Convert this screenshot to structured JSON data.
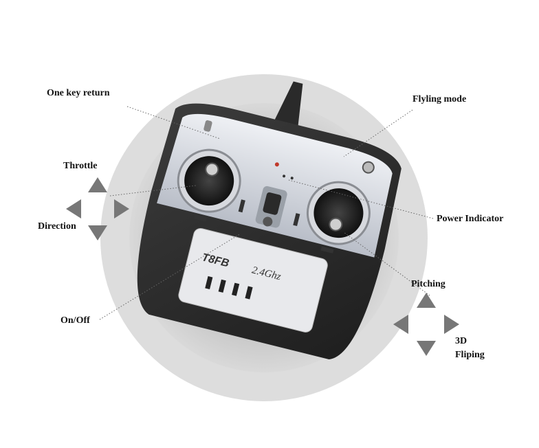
{
  "labels": {
    "one_key_return": "One key return",
    "flying_mode": "Flyling mode",
    "throttle": "Throttle",
    "direction": "Direction",
    "power_indicator": "Power Indicator",
    "pitching": "Pitching",
    "flipping_line1": "3D",
    "flipping_line2": "Fliping",
    "on_off": "On/Off"
  },
  "device": {
    "model": "T8FB",
    "band": "2.4Ghz"
  },
  "colors": {
    "outer_ring": "#dcdcdc",
    "inner_ring": "#c8c8c8",
    "body_dark": "#2f2f2f",
    "face_silver": "#cfd3da",
    "arrow_gray": "#777777"
  }
}
